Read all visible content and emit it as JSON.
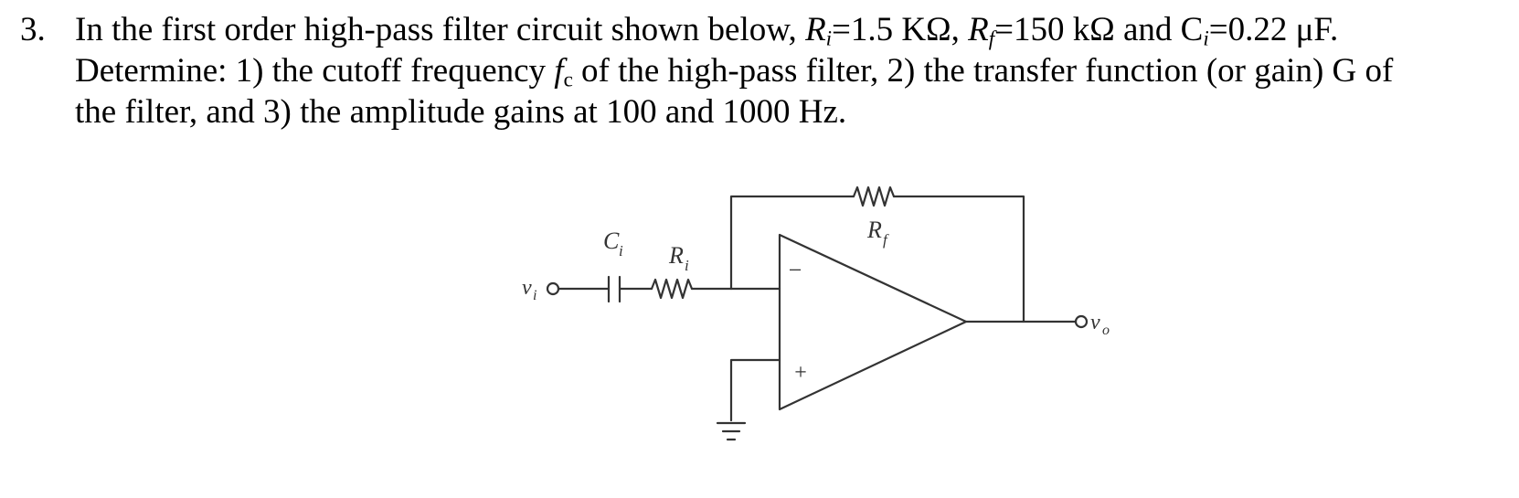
{
  "problem": {
    "number": "3.",
    "line1": {
      "a": "In the first order high-pass filter circuit shown below, ",
      "ri_sym": "R",
      "ri_sub": "i",
      "ri_val": "=1.5 KΩ, ",
      "rf_sym": "R",
      "rf_sub": "f",
      "rf_val": "=150 kΩ and C",
      "ci_sub": "i",
      "ci_val": "=0.22 μF."
    },
    "line2": {
      "a": "Determine: 1) the cutoff frequency ",
      "fc_sym": "f",
      "fc_sub": "c",
      "b": " of the high-pass filter, 2) the transfer function (or gain) G of"
    },
    "line3": "the filter, and 3) the amplitude gains at 100 and 1000 Hz."
  },
  "circuit": {
    "labels": {
      "ci": "C",
      "ci_sub": "i",
      "ri": "R",
      "ri_sub": "i",
      "rf": "R",
      "rf_sub": "f",
      "vi": "v",
      "vi_sub": "i",
      "vo": "v",
      "vo_sub": "o",
      "minus": "−",
      "plus": "+"
    }
  }
}
